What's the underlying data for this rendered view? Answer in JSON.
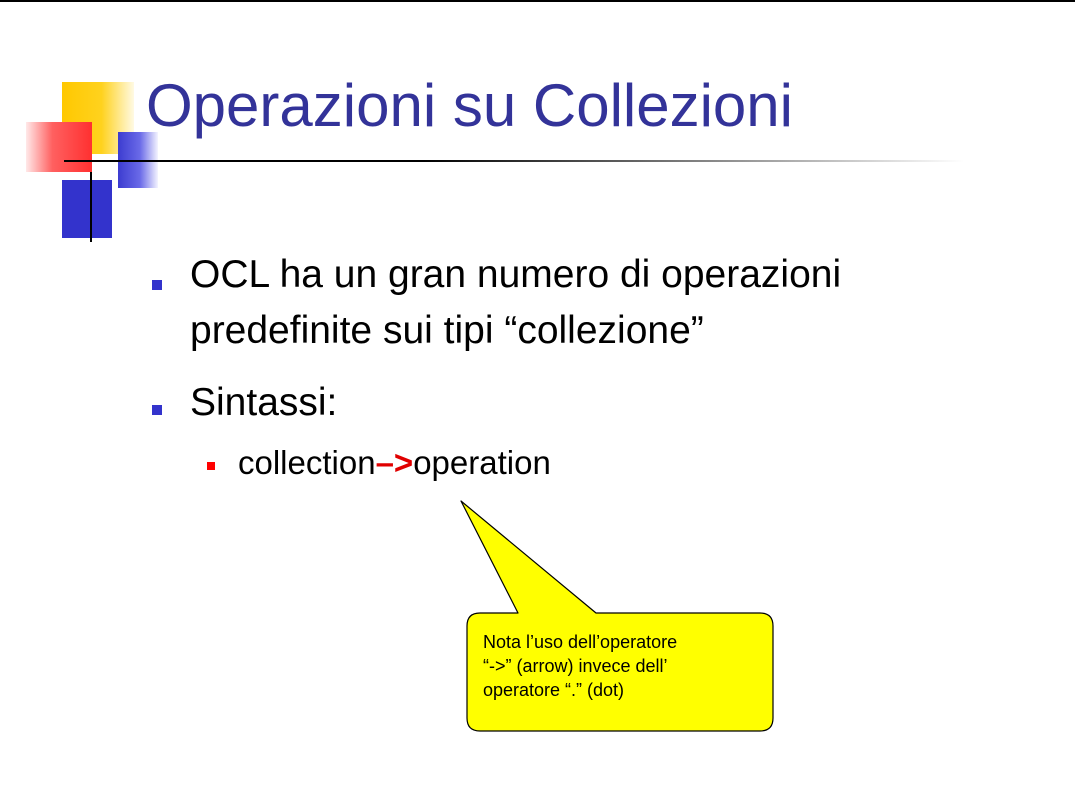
{
  "slide": {
    "title": "Operazioni su Collezioni",
    "bullets": [
      {
        "lines": [
          "OCL ha un gran numero di operazioni",
          "predefinite sui tipi “collezione”"
        ]
      },
      {
        "lines": [
          "Sintassi:"
        ]
      }
    ],
    "sub_bullet": {
      "before": "collection",
      "operator": "–>",
      "after": "operation"
    },
    "callout": {
      "lines": [
        "Nota l’uso dell’operatore",
        " “->” (arrow) invece dell’",
        "operatore “.” (dot)"
      ]
    }
  },
  "colors": {
    "title": "#333399",
    "bullet": "#3333cc",
    "sub_bullet": "#ff0000",
    "operator": "#e00000",
    "callout_fill": "#ffff00"
  }
}
